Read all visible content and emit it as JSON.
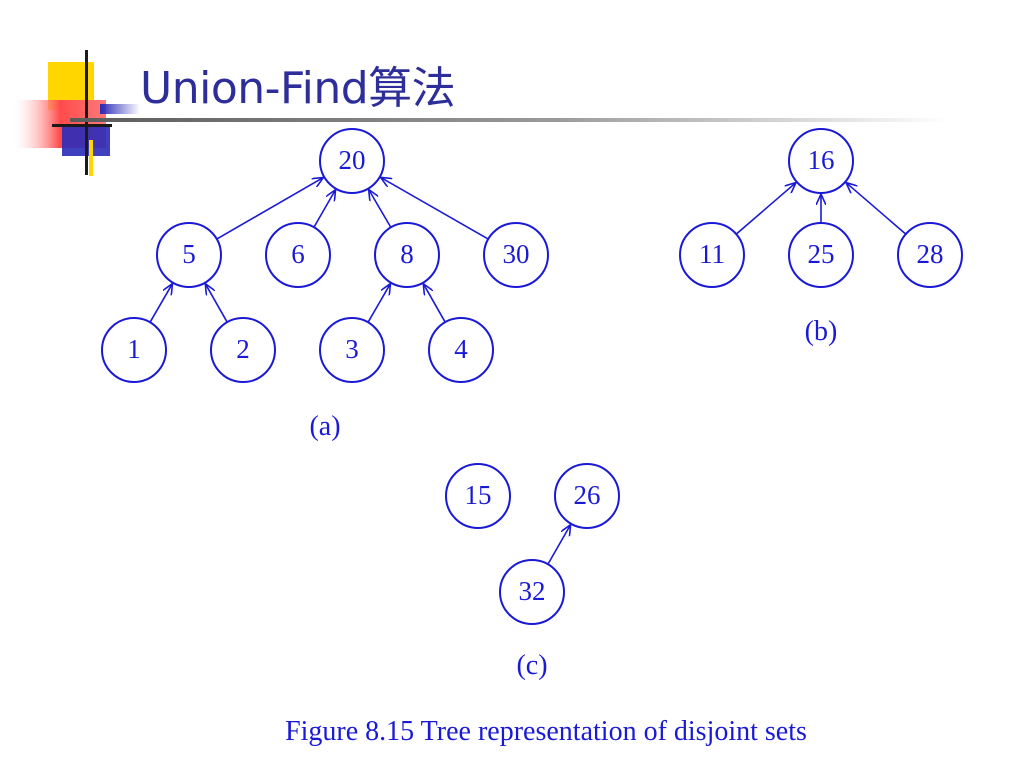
{
  "slide": {
    "title": "Union-Find算法"
  },
  "colors": {
    "title": "#2e2e9a",
    "diagram": "#1a1ad6",
    "logo_yellow": "#ffd600",
    "logo_red": "#ff4a4a",
    "logo_blue": "#2b2bb8"
  },
  "diagram": {
    "trees": [
      {
        "id": "a",
        "label": "(a)",
        "nodes": [
          "20",
          "5",
          "6",
          "8",
          "30",
          "1",
          "2",
          "3",
          "4"
        ],
        "edges": [
          [
            "5",
            "20"
          ],
          [
            "6",
            "20"
          ],
          [
            "8",
            "20"
          ],
          [
            "30",
            "20"
          ],
          [
            "1",
            "5"
          ],
          [
            "2",
            "5"
          ],
          [
            "3",
            "8"
          ],
          [
            "4",
            "8"
          ]
        ]
      },
      {
        "id": "b",
        "label": "(b)",
        "nodes": [
          "16",
          "11",
          "25",
          "28"
        ],
        "edges": [
          [
            "11",
            "16"
          ],
          [
            "25",
            "16"
          ],
          [
            "28",
            "16"
          ]
        ]
      },
      {
        "id": "c",
        "label": "(c)",
        "nodes": [
          "15",
          "26",
          "32"
        ],
        "edges": [
          [
            "32",
            "26"
          ]
        ]
      }
    ],
    "figure_caption": "Figure 8.15 Tree representation of disjoint sets"
  }
}
